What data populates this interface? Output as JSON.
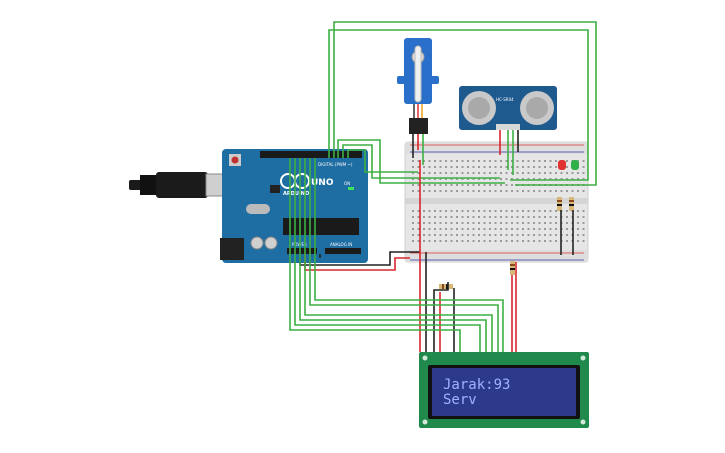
{
  "arduino": {
    "brand": "ARDUINO",
    "model": "UNO",
    "digital_label": "DIGITAL (PWM ~)",
    "power_label": "POWER",
    "analog_label": "ANALOG IN",
    "on_label": "ON"
  },
  "sensor": {
    "model": "HC-SR04"
  },
  "lcd": {
    "line1": "Jarak:93",
    "line2": "Serv"
  },
  "colors": {
    "wire_green": "#3cb043",
    "wire_red": "#d9262b",
    "wire_black": "#222222",
    "board_blue": "#1f6ea3",
    "lcd_green": "#1f8a4c",
    "lcd_screen": "#2d3a8c"
  }
}
